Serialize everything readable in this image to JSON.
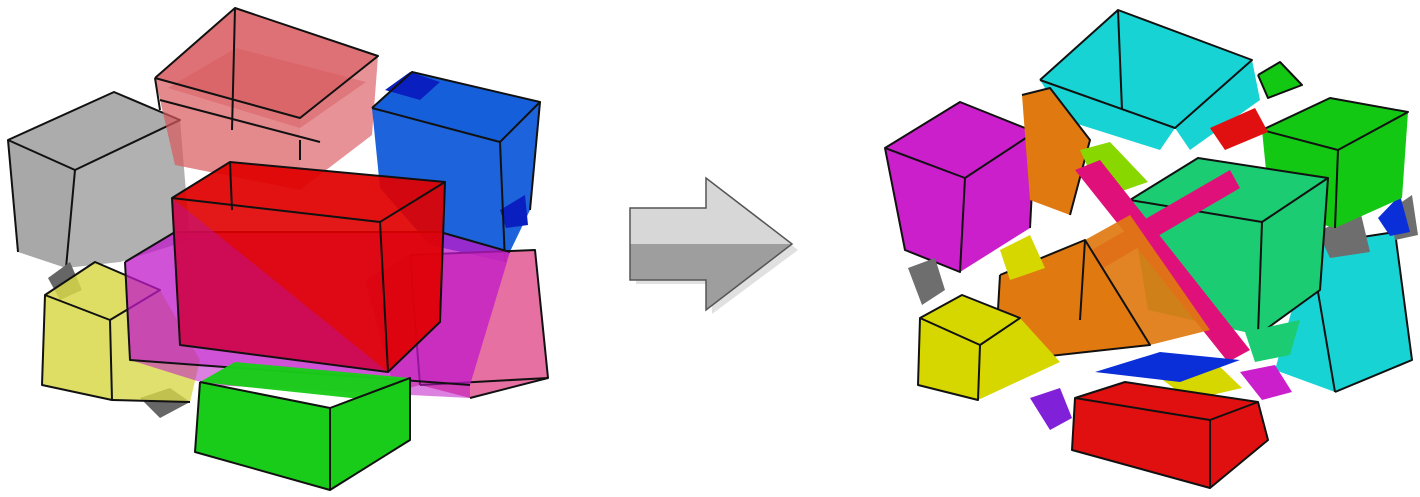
{
  "figure": {
    "left_panel": {
      "content": "overlapping-semi-transparent-cubes",
      "colors": {
        "gray": "#a3a3a3",
        "red_back": "#d8585d",
        "blue": "#0a56d8",
        "red_front": "#e00000",
        "magenta": "#c018c8",
        "pink": "#e0508e",
        "yellow": "#d8d84a",
        "green": "#19cc19",
        "dark_gray": "#666666"
      }
    },
    "arrow": {
      "icon": "right-arrow-icon",
      "direction": "right",
      "colors": {
        "top": "#d7d7d7",
        "bottom": "#9e9e9e",
        "outline": "#555555"
      }
    },
    "right_panel": {
      "content": "decomposed-cell-pieces",
      "colors": {
        "cyan": "#18d3d3",
        "magenta": "#cc1fcc",
        "green": "#12c812",
        "mint": "#1ccc72",
        "orange": "#e07a10",
        "pink": "#e0107a",
        "red": "#e01010",
        "yellow": "#d7d700",
        "blue": "#0a2fd8",
        "gray": "#6e6e6e",
        "purple": "#8020d8",
        "lime": "#88d800"
      }
    }
  }
}
